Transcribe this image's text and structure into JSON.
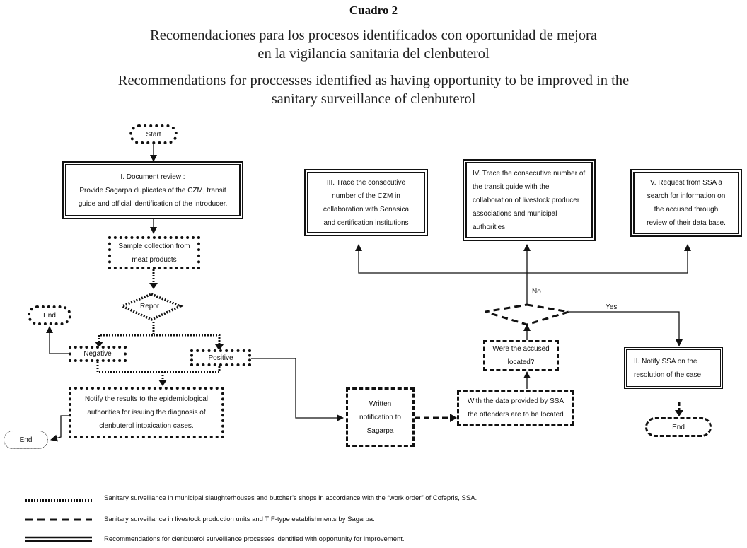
{
  "header": {
    "cuadro": "Cuadro 2",
    "title_es_line1": "Recomendaciones para los procesos identificados con oportunidad de mejora",
    "title_es_line2": "en la vigilancia sanitaria del clenbuterol",
    "title_en_line1": "Recommendations for proccesses identified as having opportunity to be improved in the",
    "title_en_line2": "sanitary surveillance of clenbuterol"
  },
  "nodes": {
    "start": "Start",
    "doc_review_title": "I. Document review :",
    "doc_review_body": "Provide Sagarpa  duplicates of the CZM, transit guide and official identification  of the introducer.",
    "sample_collection": "Sample collection from meat products",
    "report": "Repor",
    "end_left_top": "End",
    "negative": "Negative",
    "positive": "Positive",
    "notify_epi": "Notify the results to the epidemiological authorities  for issuing the diagnosis of clenbuterol intoxication cases.",
    "end_left_bottom": "End",
    "written_notification": "Written notification to Sagarpa",
    "data_ssa": "With the data provided by SSA the offenders are to be located",
    "accused_located": "Were the accused located?",
    "trace_czm": "III.  Trace the consecutive number of the  CZM  in collaboration with  Senasica and certification institutions",
    "trace_transit": "IV.  Trace the consecutive number of  the  transit  guide  with  the collaboration of livestock producer associations  and  municipal authorities",
    "request_ssa": "V.  Request from  SSA  a search  for information on the accused through review of their data base.",
    "notify_ssa": "II. Notify   SSA  on the resolution of the case",
    "end_right": "End"
  },
  "edge_labels": {
    "no": "No",
    "yes": "Yes"
  },
  "legend": [
    {
      "style": "dotted",
      "text": "Sanitary surveillance in municipal slaughterhouses and butcher’s shops in accordance with the “work order” of Cofepris, SSA."
    },
    {
      "style": "dashed",
      "text": "Sanitary surveillance in livestock production units and TIF-type establishments by Sagarpa."
    },
    {
      "style": "double",
      "text": "Recommendations for clenbuterol surveillance processes identified with opportunity for improvement."
    }
  ]
}
